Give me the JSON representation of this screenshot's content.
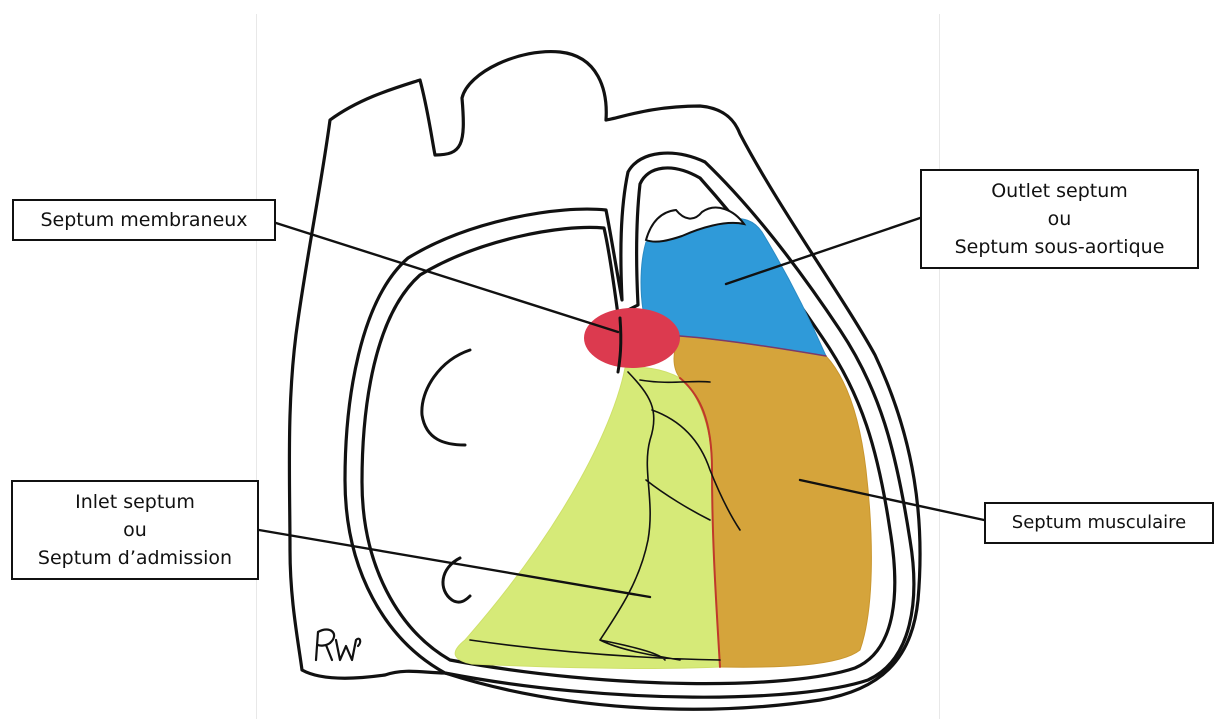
{
  "diagram": {
    "labels": {
      "membraneux": "Septum membraneux",
      "outlet_line1": "Outlet septum",
      "outlet_line2": "ou",
      "outlet_line3": "Septum sous-aortique",
      "inlet_line1": "Inlet septum",
      "inlet_line2": "ou",
      "inlet_line3": "Septum d’admission",
      "musculaire": "Septum musculaire"
    },
    "signature": "RW",
    "colors": {
      "outlet_septum": "#2f9ad9",
      "membranous_septum": "#dc3a4f",
      "inlet_septum": "#d6ea78",
      "muscular_septum": "#d5a43b",
      "outline": "#111111"
    }
  }
}
